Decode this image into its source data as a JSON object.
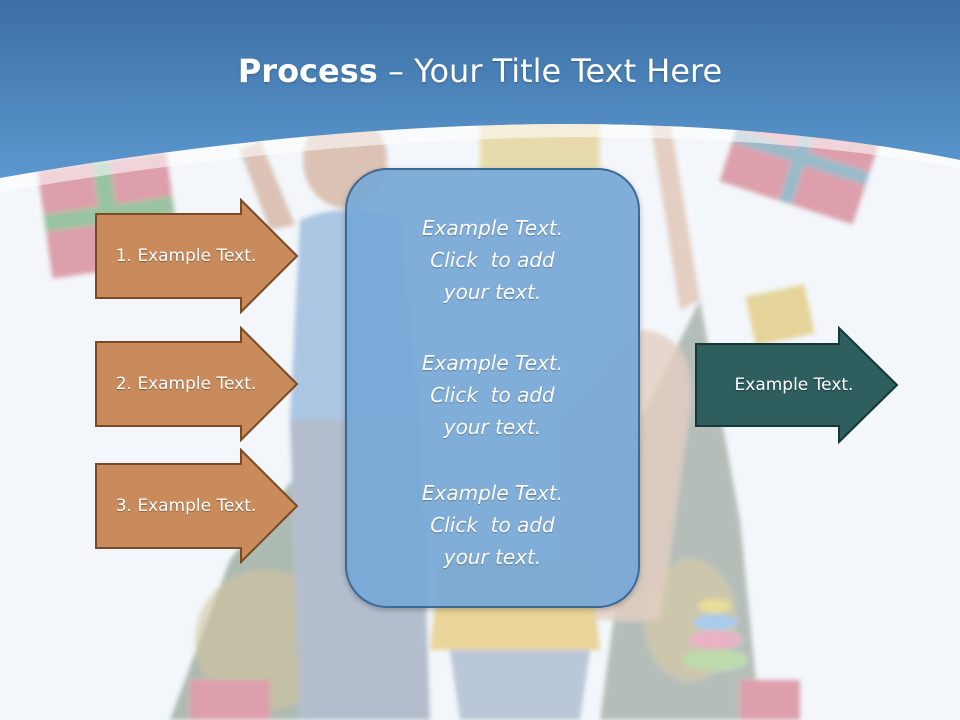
{
  "slide": {
    "title_bold": "Process",
    "title_rest": " – Your Title Text Here"
  },
  "left_steps": [
    {
      "label": "1. Example Text."
    },
    {
      "label": "2. Example Text."
    },
    {
      "label": "3. Example Text."
    }
  ],
  "center_box": {
    "blocks": [
      {
        "lines": [
          "Example Text.",
          "Click  to add",
          "your text."
        ]
      },
      {
        "lines": [
          "Example Text.",
          "Click  to add",
          "your text."
        ]
      },
      {
        "lines": [
          "Example Text.",
          "Click  to add",
          "your text."
        ]
      }
    ]
  },
  "right_arrow": {
    "label": "Example Text."
  },
  "colors": {
    "header_blue": "#4a86c0",
    "left_arrow_fill": "#c98b5c",
    "left_arrow_stroke": "#7a4a23",
    "right_arrow_fill": "#2e5e5e",
    "right_arrow_stroke": "#183838",
    "center_box_fill": "#76a8d6"
  }
}
